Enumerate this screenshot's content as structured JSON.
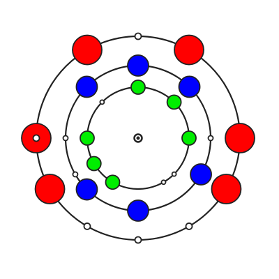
{
  "diagram": {
    "colors": {
      "background": "#ffffff",
      "orbit_stroke": "#222222",
      "outer_ball": "#ff0000",
      "middle_ball": "#0000ff",
      "inner_ball": "#00ee00",
      "ball_stroke": "#222222",
      "marker_fill": "#ffffff",
      "marker_stroke": "#222222"
    },
    "orbits": [
      {
        "name": "outer",
        "balls_angles_deg": [
          120,
          60,
          0,
          -30,
          -150,
          -180
        ],
        "ball_color_key": "outer_ball",
        "marker_angles_deg": [
          90,
          -180,
          -90,
          -60,
          240
        ]
      },
      {
        "name": "middle",
        "balls_angles_deg": [
          90,
          45,
          135,
          -135,
          -90,
          -30
        ],
        "ball_color_key": "middle_ball",
        "marker_angles_deg": [
          0,
          180,
          210
        ]
      },
      {
        "name": "inner",
        "balls_angles_deg": [
          90,
          45,
          0,
          180,
          210,
          240
        ],
        "ball_color_key": "inner_ball",
        "marker_angles_deg": [
          135,
          -45,
          -60
        ]
      }
    ],
    "nucleus": {
      "name": "nucleus"
    }
  }
}
